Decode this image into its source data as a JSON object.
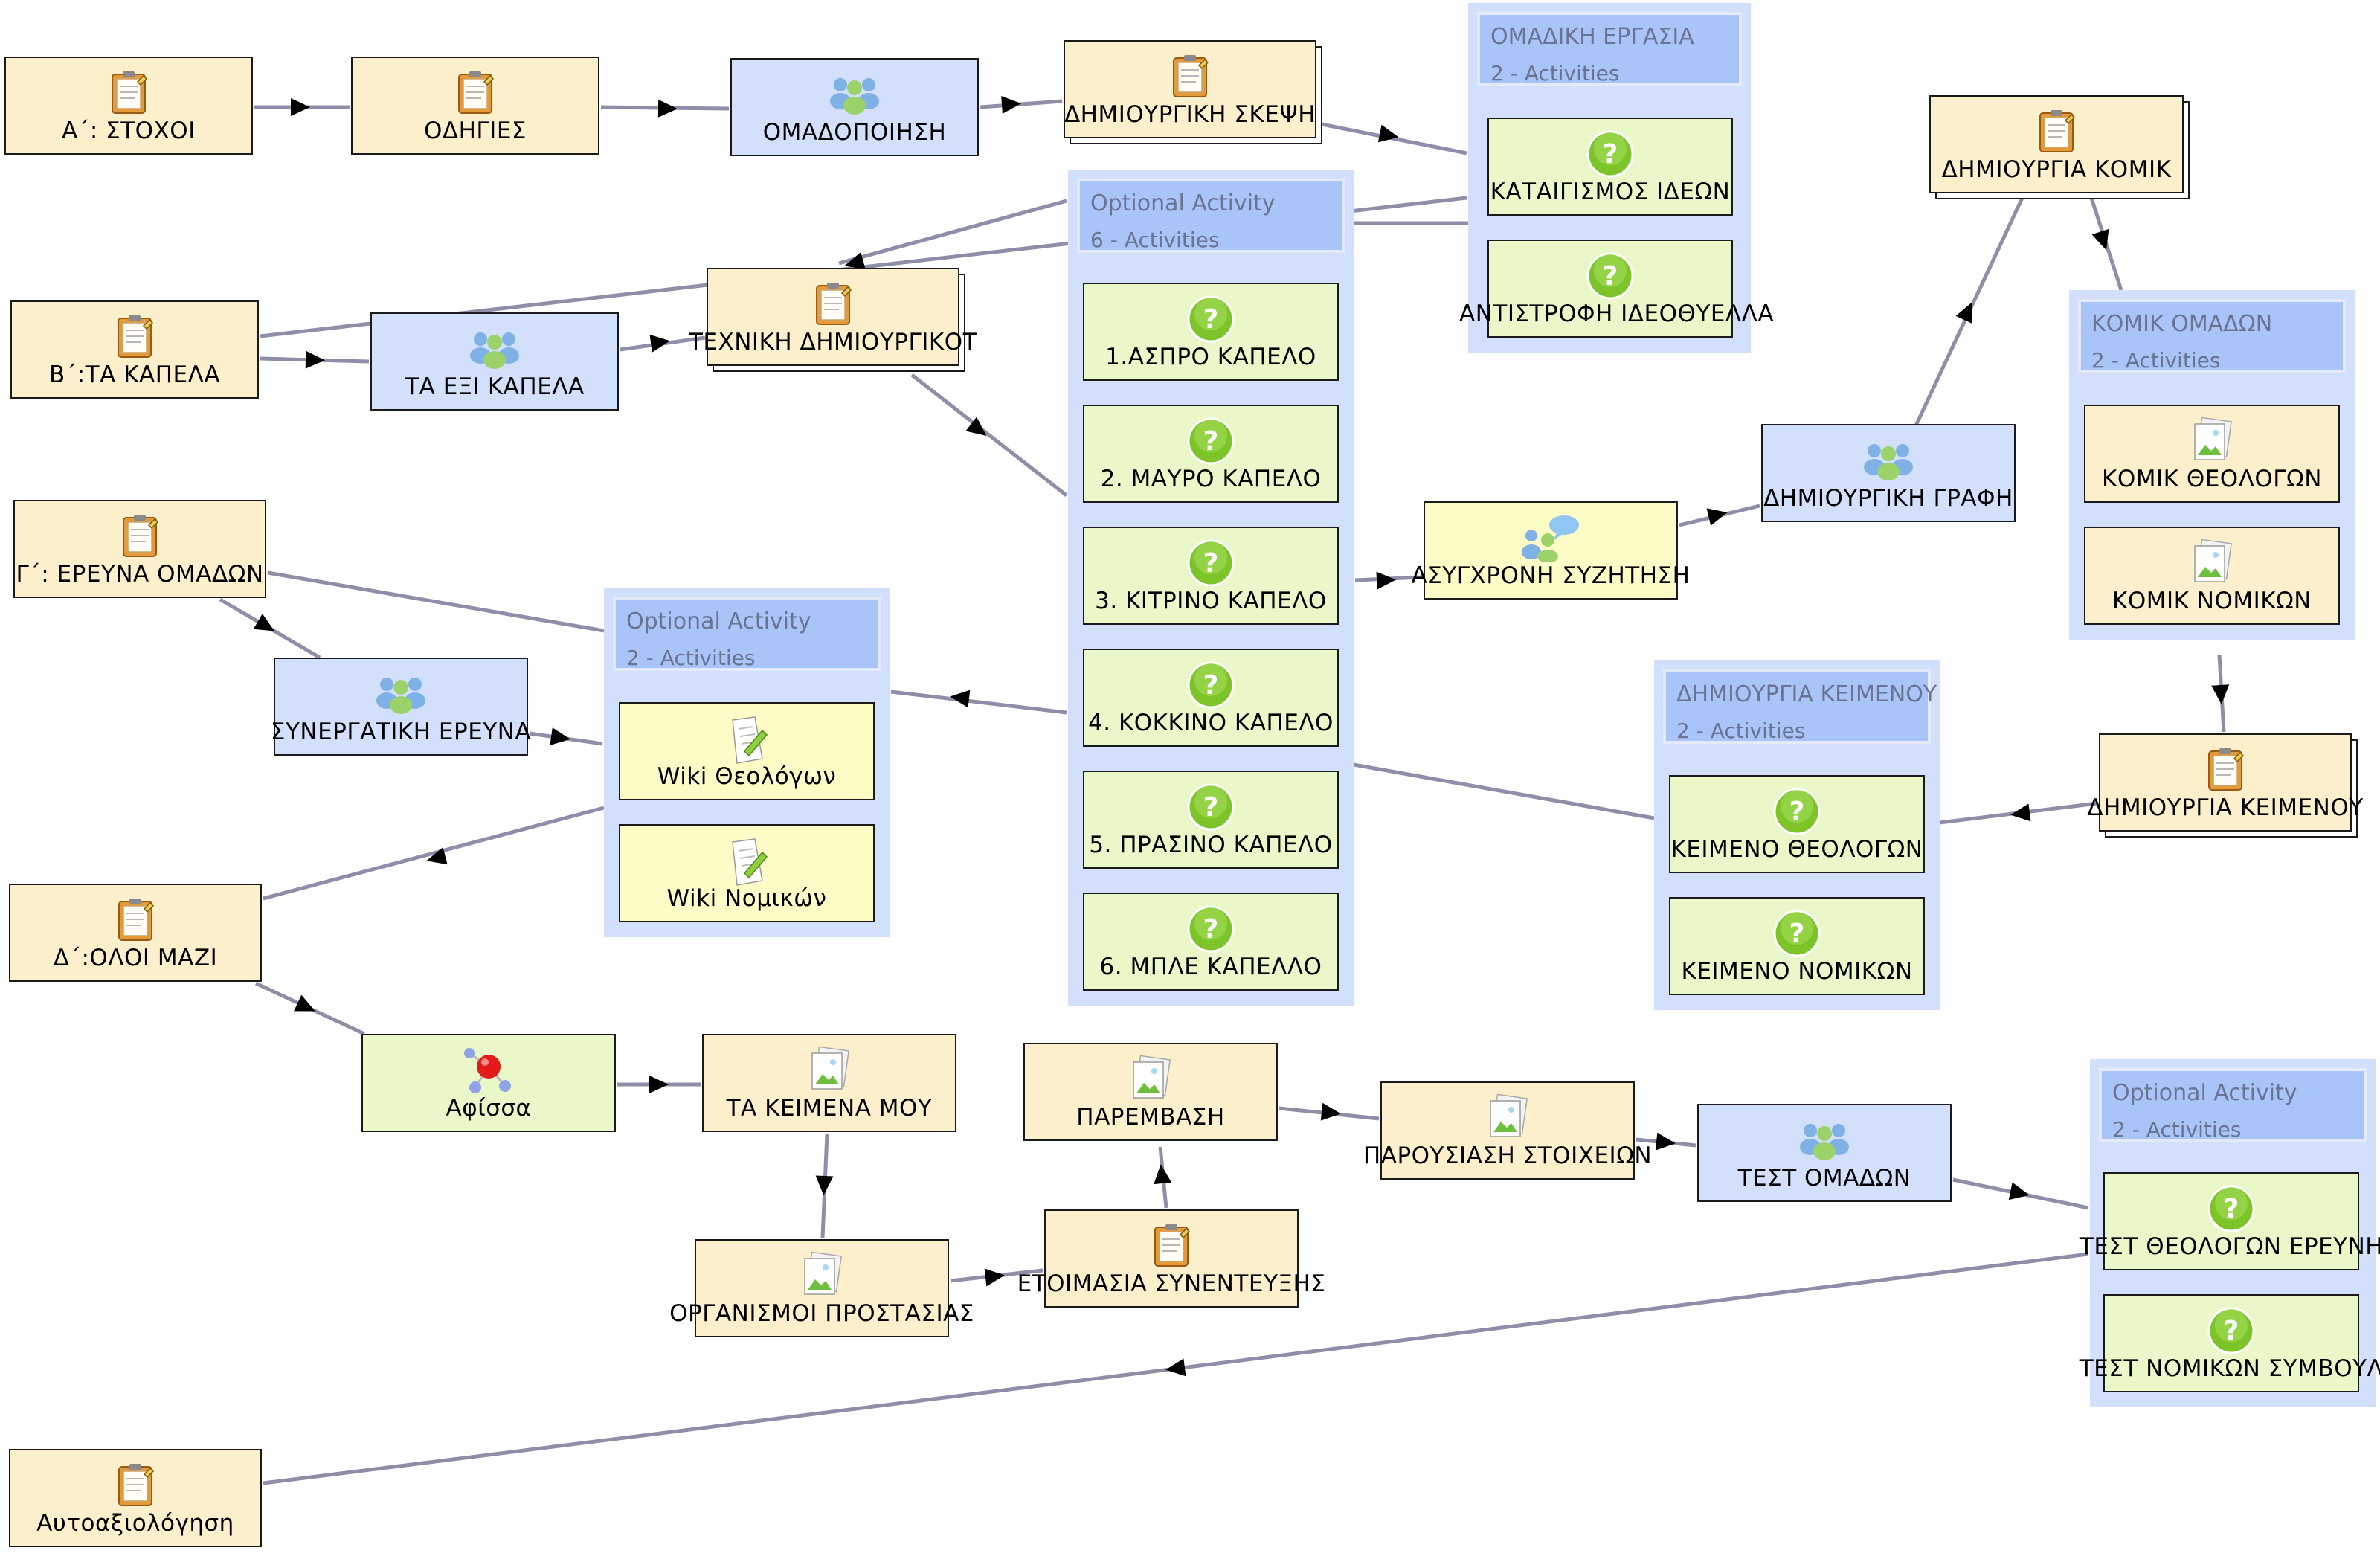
{
  "colors": {
    "tool": "#fcefcc",
    "group_tool": "#d2e0fc",
    "question": "#e9f7c9",
    "wiki": "#fdfbc6",
    "chat": "#fdfbc6",
    "edge": "#8e8ea8",
    "group_bg": "#d3e0fd",
    "group_head": "#a8c4f8"
  },
  "nodes": [
    {
      "id": "n1",
      "label": "Α΄: ΣΤΟΧΟΙ",
      "icon": "notebook-icon",
      "color": "tool"
    },
    {
      "id": "n2",
      "label": "ΟΔΗΓΙΕΣ",
      "icon": "notebook-icon",
      "color": "tool"
    },
    {
      "id": "n3",
      "label": "ΟΜΑΔΟΠΟΙΗΣΗ",
      "icon": "group-people-icon",
      "color": "group_tool"
    },
    {
      "id": "n4",
      "label": "ΔΗΜΙΟΥΡΓΙΚΗ ΣΚΕΨΗ",
      "icon": "notebook-icon",
      "color": "tool"
    },
    {
      "id": "n5",
      "label": "Β΄:ΤΑ ΚΑΠΕΛΑ",
      "icon": "notebook-icon",
      "color": "tool"
    },
    {
      "id": "n6",
      "label": "ΤΑ ΕΞΙ ΚΑΠΕΛΑ",
      "icon": "group-people-icon",
      "color": "group_tool"
    },
    {
      "id": "n7",
      "label": "ΤΕΧΝΙΚΗ ΔΗΜΙΟΥΡΓΙΚΟΤ",
      "icon": "notebook-icon",
      "color": "tool"
    },
    {
      "id": "n8",
      "label": "Γ΄: ΕΡΕΥΝΑ ΟΜΑΔΩΝ",
      "icon": "notebook-icon",
      "color": "tool"
    },
    {
      "id": "n9",
      "label": "ΣΥΝΕΡΓΑΤΙΚΗ ΕΡΕΥΝΑ",
      "icon": "group-people-icon",
      "color": "group_tool"
    },
    {
      "id": "n10",
      "label": "Δ΄:ΟΛΟΙ ΜΑΖΙ",
      "icon": "notebook-icon",
      "color": "tool"
    },
    {
      "id": "n11",
      "label": "Αφίσσα",
      "icon": "molecule-icon",
      "color": "question"
    },
    {
      "id": "n12",
      "label": "ΤΑ ΚΕΙΜΕΝΑ ΜΟΥ",
      "icon": "image-file-icon",
      "color": "tool"
    },
    {
      "id": "n13",
      "label": "ΟΡΓΑΝΙΣΜΟΙ ΠΡΟΣΤΑΣΙΑΣ",
      "icon": "image-file-icon",
      "color": "tool"
    },
    {
      "id": "n14",
      "label": "ΠΑΡΕΜΒΑΣΗ",
      "icon": "image-file-icon",
      "color": "tool"
    },
    {
      "id": "n15",
      "label": "ΕΤΟΙΜΑΣΙΑ ΣΥΝΕΝΤΕΥΞΗΣ",
      "icon": "notebook-icon",
      "color": "tool"
    },
    {
      "id": "n16",
      "label": "ΠΑΡΟΥΣΙΑΣΗ ΣΤΟΙΧΕΙΩΝ",
      "icon": "image-file-icon",
      "color": "tool"
    },
    {
      "id": "n17",
      "label": "ΤΕΣΤ ΟΜΑΔΩΝ",
      "icon": "group-people-icon",
      "color": "group_tool"
    },
    {
      "id": "n18",
      "label": "Αυτοαξιολόγηση",
      "icon": "notebook-icon",
      "color": "tool"
    },
    {
      "id": "n19",
      "label": "ΑΣΥΓΧΡΟΝΗ ΣΥΖΗΤΗΣΗ",
      "icon": "chat-people-icon",
      "color": "chat"
    },
    {
      "id": "n20",
      "label": "ΔΗΜΙΟΥΡΓΙΚΗ ΓΡΑΦΗ",
      "icon": "group-people-icon",
      "color": "group_tool"
    },
    {
      "id": "n21",
      "label": "ΔΗΜΙΟΥΡΓΙΑ ΚΟΜΙΚ",
      "icon": "notebook-icon",
      "color": "tool"
    },
    {
      "id": "n22",
      "label": "ΔΗΜΙΟΥΡΓΙΑ ΚΕΙΜΕΝΟΥ",
      "icon": "notebook-icon",
      "color": "tool"
    }
  ],
  "groups": [
    {
      "id": "g1",
      "title": "ΟΜΑΔΙΚΗ ΕΡΓΑΣΙΑ",
      "subtitle": "2 - Activities",
      "children": [
        {
          "label": "ΚΑΤΑΙΓΙΣΜΟΣ ΙΔΕΩΝ",
          "icon": "question-icon",
          "color": "question"
        },
        {
          "label": "ΑΝΤΙΣΤΡΟΦΗ ΙΔΕΟΘΥΕΛΛΑ",
          "icon": "question-icon",
          "color": "question"
        }
      ]
    },
    {
      "id": "g2",
      "title": "Optional Activity",
      "subtitle": "6 - Activities",
      "children": [
        {
          "label": "1.ΑΣΠΡΟ ΚΑΠΕΛΟ",
          "icon": "question-icon",
          "color": "question"
        },
        {
          "label": "2. ΜΑΥΡΟ ΚΑΠΕΛΟ",
          "icon": "question-icon",
          "color": "question"
        },
        {
          "label": "3. ΚΙΤΡΙΝΟ ΚΑΠΕΛΟ",
          "icon": "question-icon",
          "color": "question"
        },
        {
          "label": "4. ΚΟΚΚΙΝΟ ΚΑΠΕΛΟ",
          "icon": "question-icon",
          "color": "question"
        },
        {
          "label": "5. ΠΡΑΣΙΝΟ ΚΑΠΕΛΟ",
          "icon": "question-icon",
          "color": "question"
        },
        {
          "label": "6. ΜΠΛΕ ΚΑΠΕΛΛΟ",
          "icon": "question-icon",
          "color": "question"
        }
      ]
    },
    {
      "id": "g3",
      "title": "Optional Activity",
      "subtitle": "2 - Activities",
      "children": [
        {
          "label": "Wiki Θεολόγων",
          "icon": "wiki-icon",
          "color": "wiki"
        },
        {
          "label": "Wiki Νομικών",
          "icon": "wiki-icon",
          "color": "wiki"
        }
      ]
    },
    {
      "id": "g4",
      "title": "ΚΟΜΙΚ ΟΜΑΔΩΝ",
      "subtitle": "2 - Activities",
      "children": [
        {
          "label": "ΚΟΜΙΚ ΘΕΟΛΟΓΩΝ",
          "icon": "image-file-icon",
          "color": "tool"
        },
        {
          "label": "ΚΟΜΙΚ ΝΟΜΙΚΩΝ",
          "icon": "image-file-icon",
          "color": "tool"
        }
      ]
    },
    {
      "id": "g5",
      "title": "ΔΗΜΙΟΥΡΓΙΑ ΚΕΙΜΕΝΟΥ",
      "subtitle": "2 - Activities",
      "children": [
        {
          "label": "ΚΕΙΜΕΝΟ ΘΕΟΛΟΓΩΝ",
          "icon": "question-icon",
          "color": "question"
        },
        {
          "label": "ΚΕΙΜΕΝΟ ΝΟΜΙΚΩΝ",
          "icon": "question-icon",
          "color": "question"
        }
      ]
    },
    {
      "id": "g6",
      "title": "Optional Activity",
      "subtitle": "2 - Activities",
      "children": [
        {
          "label": "ΤΕΣΤ ΘΕΟΛΟΓΩΝ ΕΡΕΥΝΗ",
          "icon": "question-icon",
          "color": "question"
        },
        {
          "label": "ΤΕΣΤ ΝΟΜΙΚΩΝ ΣΥΜΒΟΥΛ",
          "icon": "question-icon",
          "color": "question"
        }
      ]
    }
  ],
  "edges": [
    {
      "from": "n1",
      "to": "n2"
    },
    {
      "from": "n2",
      "to": "n3"
    },
    {
      "from": "n3",
      "to": "n4"
    },
    {
      "from": "n4",
      "to": "g1"
    },
    {
      "from": "g1",
      "to": "n5"
    },
    {
      "from": "n5",
      "to": "n6"
    },
    {
      "from": "n6",
      "to": "n7"
    },
    {
      "from": "n7",
      "to": "g2"
    },
    {
      "from": "g2",
      "to": "n8"
    },
    {
      "from": "n8",
      "to": "n9"
    },
    {
      "from": "n9",
      "to": "g3"
    },
    {
      "from": "g3",
      "to": "n10"
    },
    {
      "from": "n10",
      "to": "n11"
    },
    {
      "from": "n11",
      "to": "n12"
    },
    {
      "from": "n12",
      "to": "n13"
    },
    {
      "from": "n13",
      "to": "n15"
    },
    {
      "from": "n15",
      "to": "n14"
    },
    {
      "from": "n14",
      "to": "n16"
    },
    {
      "from": "n16",
      "to": "n17"
    },
    {
      "from": "n17",
      "to": "g6"
    },
    {
      "from": "g6",
      "to": "n18"
    },
    {
      "from": "g2",
      "to": "n19"
    },
    {
      "from": "n19",
      "to": "n20"
    },
    {
      "from": "n20",
      "to": "n21"
    },
    {
      "from": "n21",
      "to": "g4"
    },
    {
      "from": "g4",
      "to": "n22"
    },
    {
      "from": "n22",
      "to": "g5"
    },
    {
      "from": "g5",
      "to": "g3"
    }
  ]
}
